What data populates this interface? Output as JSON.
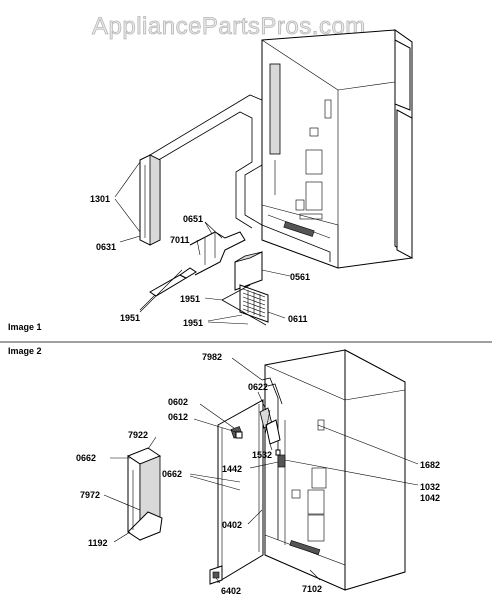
{
  "watermark": "AppliancePartsPros.com",
  "sections": {
    "image1": "Image 1",
    "image2": "Image 2"
  },
  "labels": {
    "l1301": "1301",
    "l0631": "0631",
    "l0651": "0651",
    "l7011": "7011",
    "l0561": "0561",
    "l1951a": "1951",
    "l1951b": "1951",
    "l1951c": "1951",
    "l0611": "0611",
    "l7982": "7982",
    "l0622": "0622",
    "l0602": "0602",
    "l0612": "0612",
    "l7922": "7922",
    "l0662a": "0662",
    "l1532": "1532",
    "l1442": "1442",
    "l0662b": "0662",
    "l1682": "1682",
    "l1032": "1032",
    "l1042": "1042",
    "l7972": "7972",
    "l0402": "0402",
    "l1192": "1192",
    "l6402": "6402",
    "l7102": "7102"
  }
}
